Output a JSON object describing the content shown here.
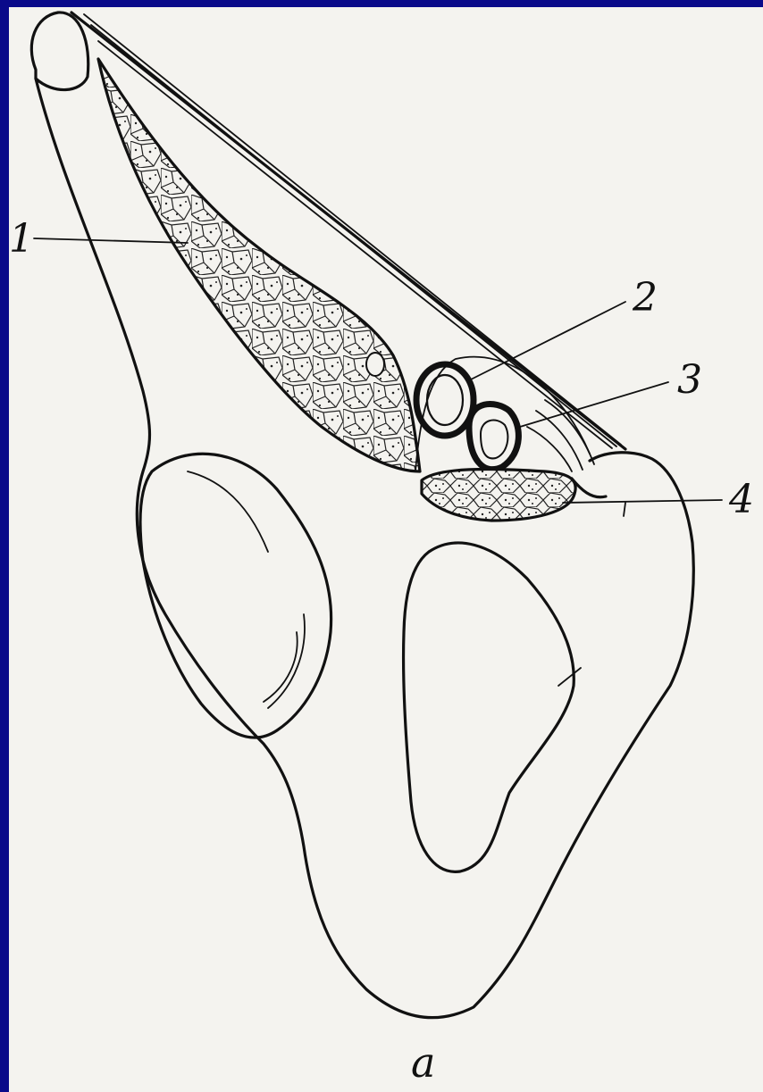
{
  "labels": {
    "l1": "1",
    "l2": "2",
    "l3": "3",
    "l4": "4"
  },
  "caption": "a"
}
